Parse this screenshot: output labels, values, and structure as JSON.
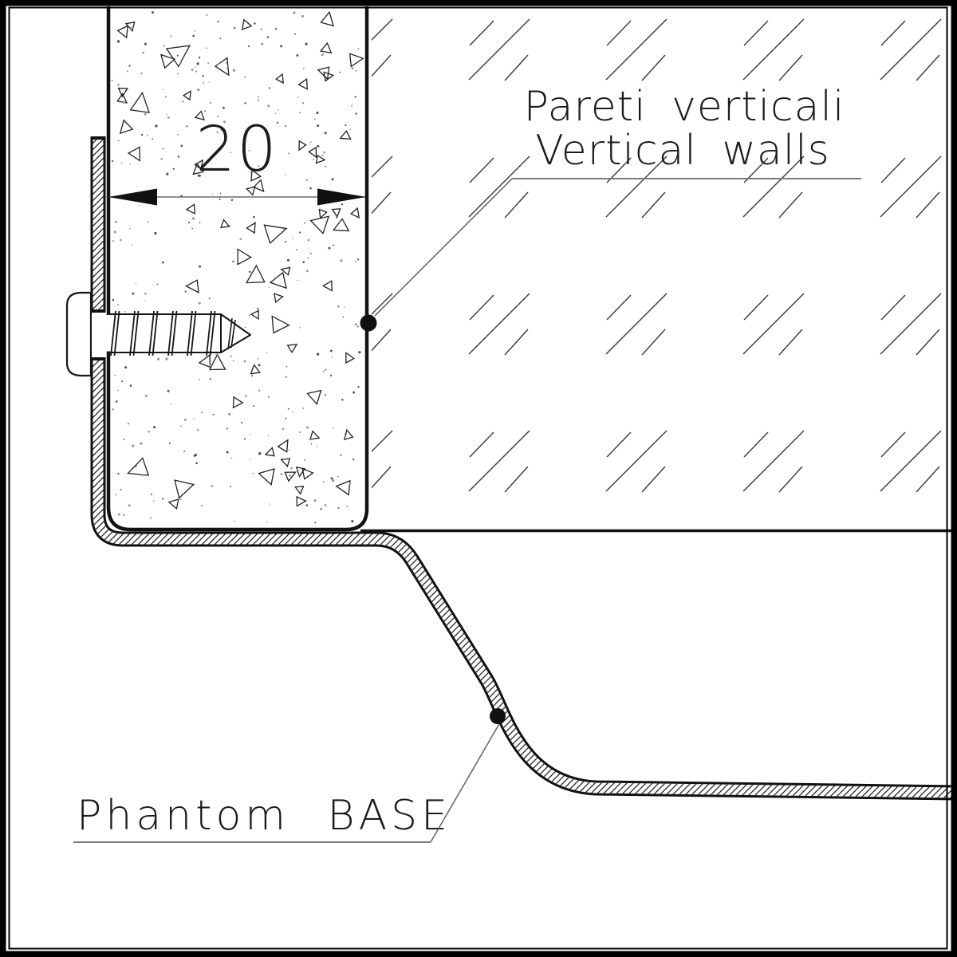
{
  "drawing": {
    "type": "technical-section-detail",
    "wall_label": {
      "line1": "Pareti verticali",
      "line2": "Vertical walls"
    },
    "base_label": {
      "text": "Phantom BASE"
    },
    "dimension": {
      "value": "20"
    },
    "markers": [
      {
        "name": "wall-reference-dot",
        "points_to": "vertical wall line"
      },
      {
        "name": "base-reference-dot",
        "points_to": "phantom base profile"
      }
    ],
    "colors": {
      "ink": "#161616",
      "thin_line": "#6b6b6b",
      "underline": "#7a7a7a",
      "background": "#ffffff"
    }
  }
}
